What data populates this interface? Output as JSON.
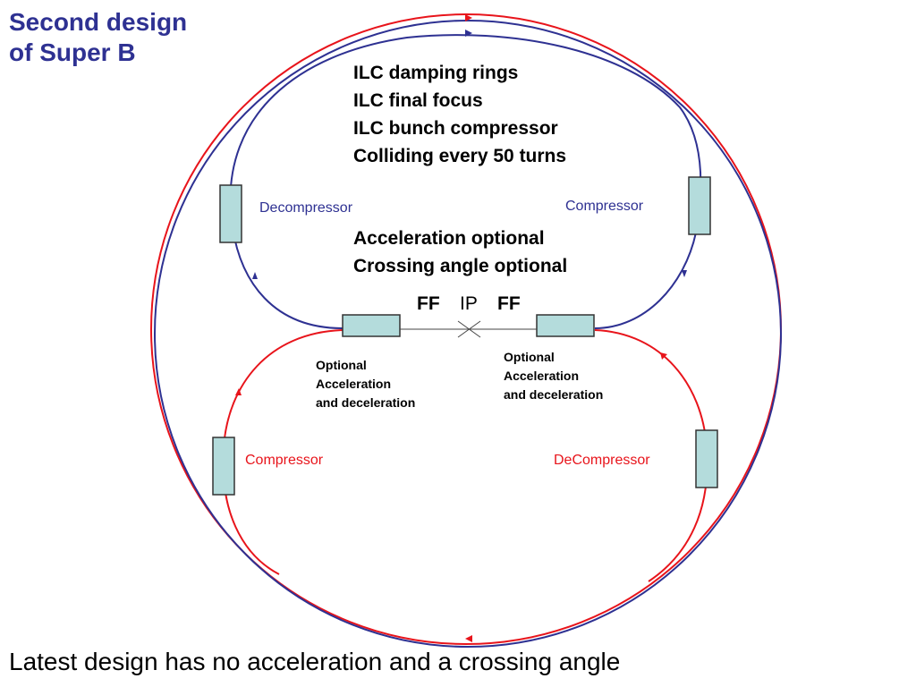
{
  "title": {
    "line1": "Second design",
    "line2": "of Super B"
  },
  "features": [
    "ILC damping rings",
    "ILC final focus",
    "ILC bunch compressor",
    "Colliding every 50 turns"
  ],
  "options": [
    "Acceleration optional",
    "Crossing angle optional"
  ],
  "labels": {
    "decompressor_top": "Decompressor",
    "compressor_top": "Compressor",
    "compressor_bottom": "Compressor",
    "decompressor_bottom": "DeCompressor",
    "ff_left": "FF",
    "ip": "IP",
    "ff_right": "FF"
  },
  "notes": {
    "left": [
      "Optional",
      "Acceleration",
      "and deceleration"
    ],
    "right": [
      "Optional",
      "Acceleration",
      "and deceleration"
    ]
  },
  "footer": "Latest design has no acceleration and a crossing angle",
  "colors": {
    "blue": "#2e3192",
    "red": "#e8141b",
    "component_fill": "#b4dcdc"
  }
}
